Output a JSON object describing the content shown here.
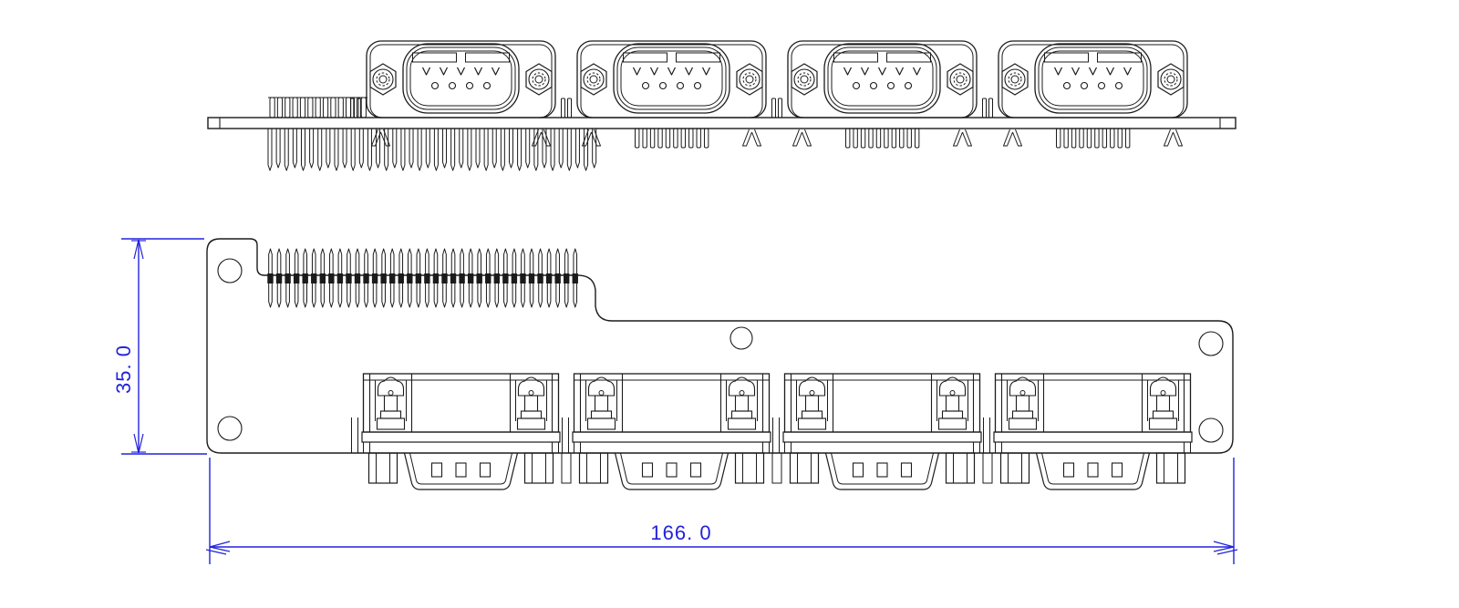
{
  "drawing": {
    "dimensions": {
      "board_height": "35. 0",
      "board_length": "166. 0"
    },
    "colors": {
      "lines": "#1b1b1b",
      "dimension": "#2222dd",
      "background": "#ffffff"
    },
    "counts": {
      "connectors": 4,
      "front_header_pins": 36,
      "top_header_comb_teeth": 13,
      "top_under_board_pins": 40,
      "under_connector_pins": 10,
      "dsub_top_row_pins": 5,
      "dsub_bottom_row_pins": 4,
      "corner_holes": 4,
      "middle_holes": 1,
      "face_slots_per_connector": 3
    }
  }
}
